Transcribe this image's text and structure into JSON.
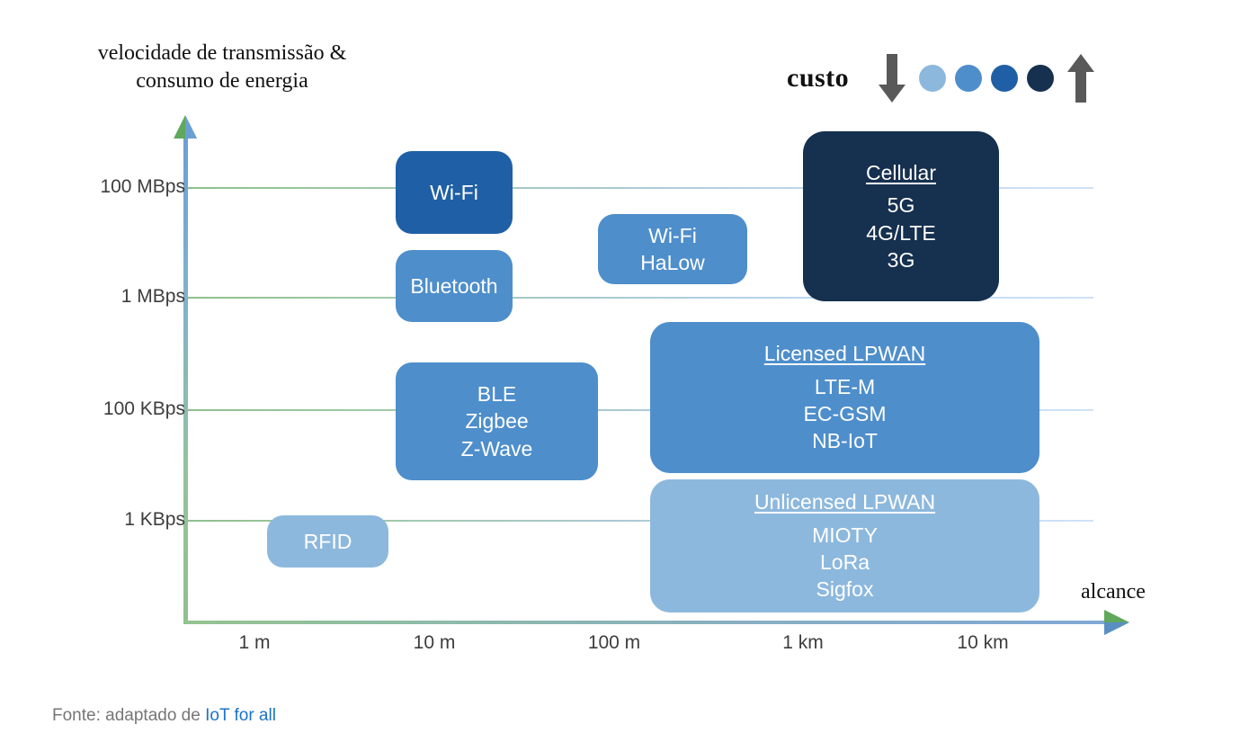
{
  "axes": {
    "y_title_line1": "velocidade de transmissão &",
    "y_title_line2": "consumo de energia",
    "x_title": "alcance",
    "y_ticks": [
      "100 MBps",
      "1 MBps",
      "100 KBps",
      "1 KBps"
    ],
    "x_ticks": [
      "1 m",
      "10 m",
      "100 m",
      "1 km",
      "10 km"
    ]
  },
  "legend": {
    "label": "custo",
    "down_arrow": "arrow-down-icon",
    "up_arrow": "arrow-up-icon",
    "swatches": [
      "#8db8dd",
      "#4e8ecb",
      "#1f5fa6",
      "#16304f"
    ]
  },
  "colors": {
    "lightest": "#8db8dd",
    "light": "#7aa9d6",
    "medium": "#4e8ecb",
    "dark": "#1f5fa6",
    "darkest": "#16304f",
    "axis_green": "#8fbf8c",
    "axis_blue": "#7fa9d6",
    "link": "#1a73c8",
    "tick_text": "#3d3d3d",
    "arrow_gray": "#595959"
  },
  "footer": {
    "prefix": "Fonte: adaptado de ",
    "link": "IoT for all"
  },
  "chart_data": {
    "type": "scatter",
    "title": "",
    "xlabel": "alcance",
    "ylabel": "velocidade de transmissão & consumo de energia",
    "x_tick_labels": [
      "1 m",
      "10 m",
      "100 m",
      "1 km",
      "10 km"
    ],
    "y_tick_labels": [
      "100 MBps",
      "1 MBps",
      "100 KBps",
      "1 KBps"
    ],
    "grid": true,
    "legend_position": "top-right",
    "nodes": [
      {
        "name": "Wi-Fi",
        "title": "",
        "lines": [
          "Wi-Fi"
        ],
        "color": "#1f5fa6",
        "cost_level": 3,
        "x_range": [
          "10 m",
          "10 m"
        ],
        "y_range": [
          "1 MBps",
          "100 MBps"
        ]
      },
      {
        "name": "Bluetooth",
        "title": "",
        "lines": [
          "Bluetooth"
        ],
        "color": "#4e8ecb",
        "cost_level": 2,
        "x_range": [
          "10 m",
          "10 m"
        ],
        "y_range": [
          "1 MBps",
          "1 MBps"
        ]
      },
      {
        "name": "Wi-Fi HaLow",
        "title": "",
        "lines": [
          "Wi-Fi",
          "HaLow"
        ],
        "color": "#4e8ecb",
        "cost_level": 2,
        "x_range": [
          "100 m",
          "100 m"
        ],
        "y_range": [
          "1 MBps",
          "100 MBps"
        ]
      },
      {
        "name": "Cellular",
        "title": "Cellular ",
        "lines": [
          "5G",
          "4G/LTE",
          "3G"
        ],
        "color": "#16304f",
        "cost_level": 4,
        "x_range": [
          "1 km",
          "10 km"
        ],
        "y_range": [
          "1 MBps",
          "100 MBps"
        ]
      },
      {
        "name": "BLE Zigbee Z-Wave",
        "title": "",
        "lines": [
          "BLE",
          "Zigbee",
          "Z-Wave"
        ],
        "color": "#4e8ecb",
        "cost_level": 2,
        "x_range": [
          "10 m",
          "10 m"
        ],
        "y_range": [
          "100 KBps",
          "100 KBps"
        ]
      },
      {
        "name": "Licensed LPWAN",
        "title": "Licensed LPWAN",
        "lines": [
          "LTE-M",
          "EC-GSM",
          "NB-IoT"
        ],
        "color": "#4e8ecb",
        "cost_level": 2,
        "x_range": [
          "1 km",
          "10 km"
        ],
        "y_range": [
          "100 KBps",
          "100 KBps"
        ]
      },
      {
        "name": "Unlicensed LPWAN",
        "title": "Unlicensed LPWAN",
        "lines": [
          "MIOTY",
          "LoRa",
          "Sigfox"
        ],
        "color": "#8db8dd",
        "cost_level": 1,
        "x_range": [
          "1 km",
          "10 km"
        ],
        "y_range": [
          "1 KBps",
          "1 KBps"
        ]
      },
      {
        "name": "RFID",
        "title": "",
        "lines": [
          "RFID"
        ],
        "color": "#8db8dd",
        "cost_level": 1,
        "x_range": [
          "1 m",
          "1 m"
        ],
        "y_range": [
          "1 KBps",
          "1 KBps"
        ]
      }
    ]
  }
}
